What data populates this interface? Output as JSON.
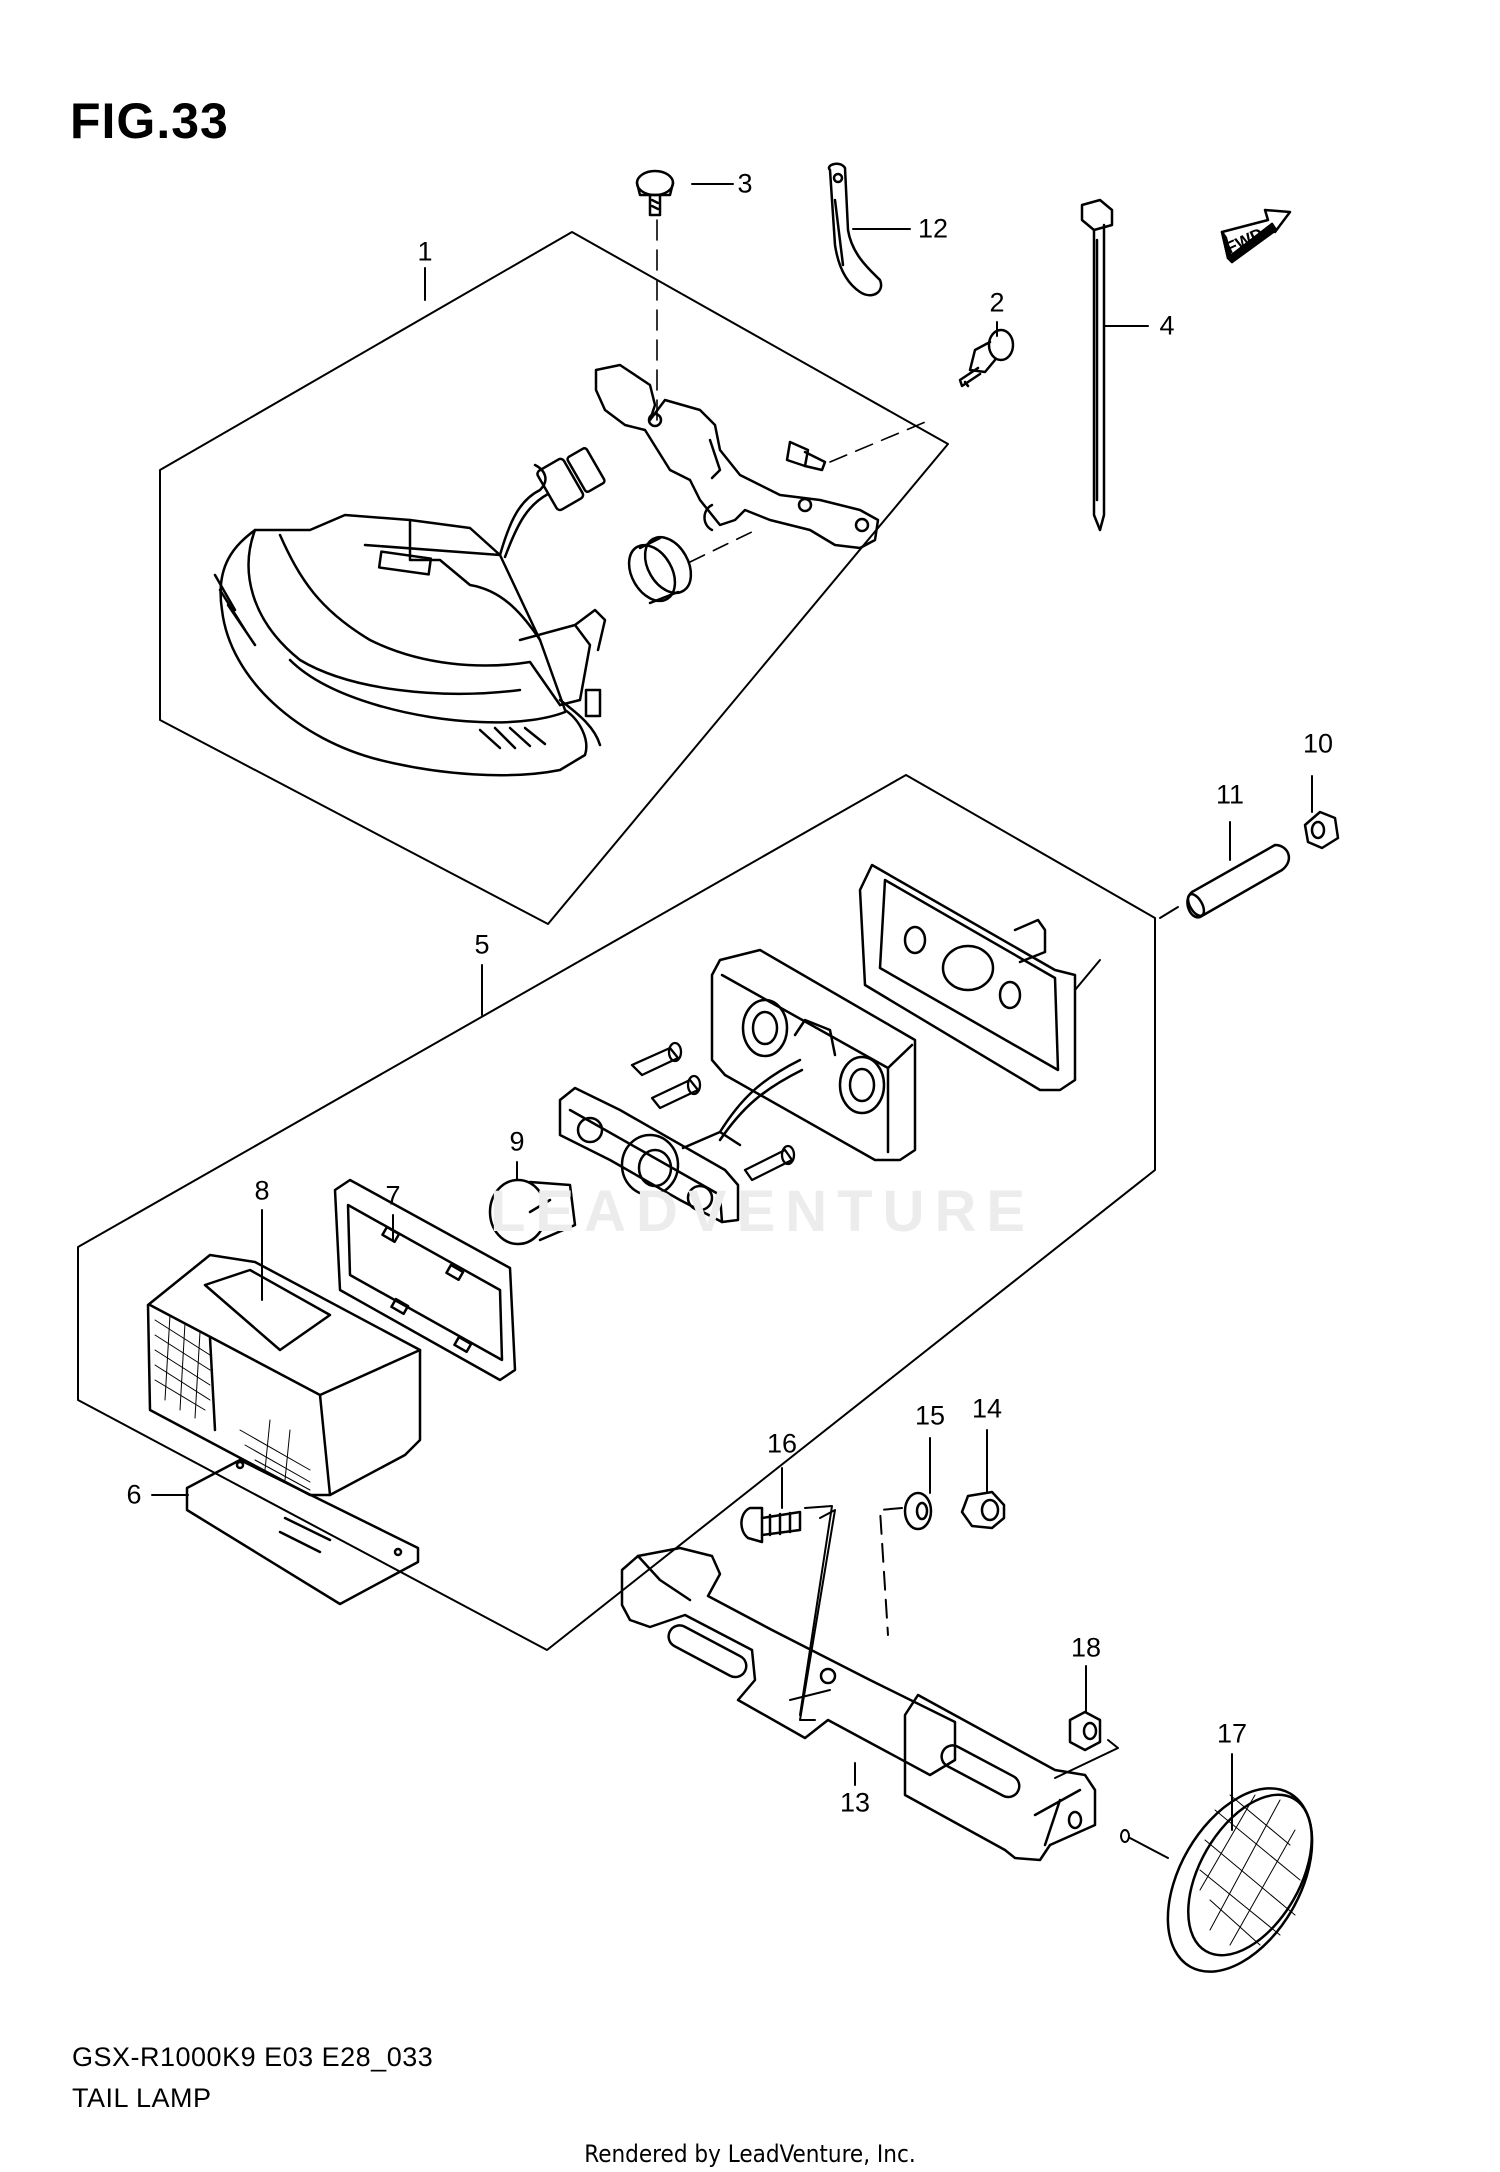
{
  "figure": {
    "number": "FIG.33",
    "model_code": "GSX-R1000K9 E03 E28_033",
    "caption": "TAIL LAMP"
  },
  "credit": "Rendered by LeadVenture, Inc.",
  "watermark": "LEADVENTURE",
  "direction_indicator": {
    "label": "FWD",
    "icon": "fwd-arrow-icon"
  },
  "callouts": {
    "c1": "1",
    "c2": "2",
    "c3": "3",
    "c4": "4",
    "c5": "5",
    "c6": "6",
    "c7": "7",
    "c8": "8",
    "c9": "9",
    "c10": "10",
    "c11": "11",
    "c12": "12",
    "c13": "13",
    "c14": "14",
    "c15": "15",
    "c16": "16",
    "c17": "17",
    "c18": "18"
  },
  "colors": {
    "line": "#000000",
    "watermark": "#ececec",
    "background": "#ffffff"
  }
}
